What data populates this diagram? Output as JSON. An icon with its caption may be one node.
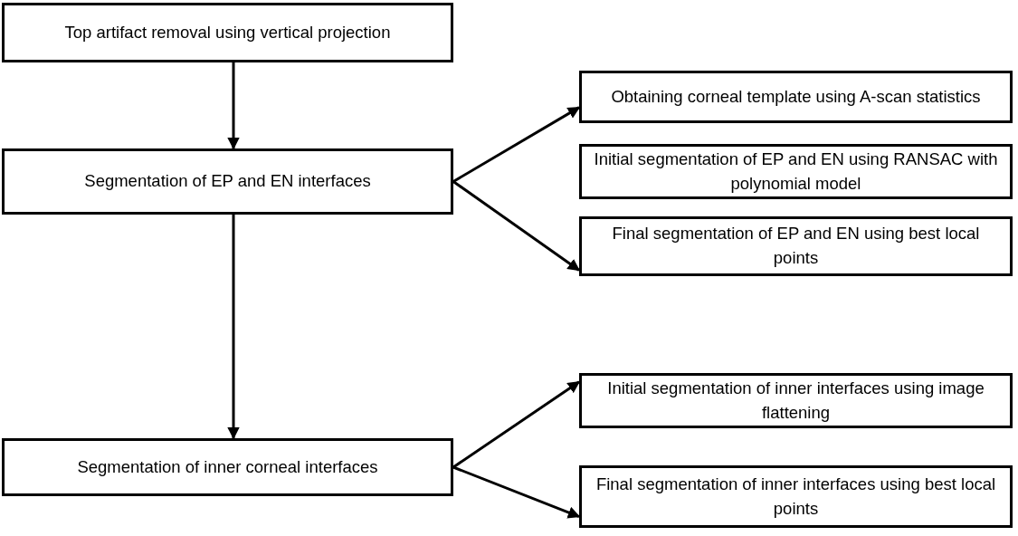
{
  "diagram": {
    "nodes": [
      {
        "text": [
          "Top artifact removal using vertical projection"
        ]
      },
      {
        "text": [
          "Segmentation of EP and EN interfaces"
        ]
      },
      {
        "text": [
          "Segmentation of inner corneal interfaces"
        ]
      },
      {
        "text": [
          "Obtaining corneal template using A-scan statistics"
        ]
      },
      {
        "text": [
          "Initial segmentation of EP and EN using RANSAC with polynomial model"
        ]
      },
      {
        "text": [
          "Final segmentation of EP and EN using best local points"
        ]
      },
      {
        "text": [
          "Initial segmentation of inner interfaces using image flattening"
        ]
      },
      {
        "text": [
          "Final segmentation of inner interfaces using best local points"
        ]
      }
    ],
    "edges": [
      {
        "from": 0,
        "to": 1,
        "arrow": "to"
      },
      {
        "from": 1,
        "to": 2,
        "arrow": "to"
      },
      {
        "from": 1,
        "to": 3,
        "arrow": "to"
      },
      {
        "from": 1,
        "to": 5,
        "arrow": "to"
      },
      {
        "from": 2,
        "to": 6,
        "arrow": "to"
      },
      {
        "from": 2,
        "to": 7,
        "arrow": "to"
      }
    ]
  }
}
